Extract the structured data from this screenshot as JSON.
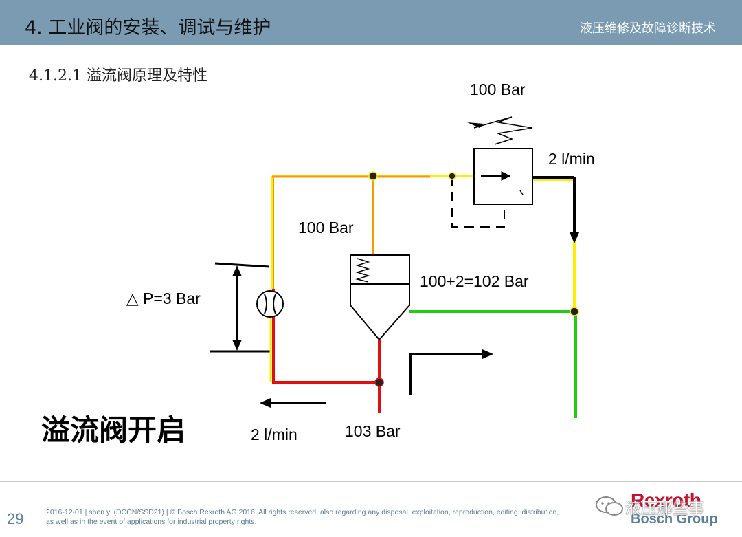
{
  "header": {
    "title": "4. 工业阀的安装、调试与维护",
    "right_text": "液压维修及故障诊断技术",
    "bg_color": "#7b9bb2"
  },
  "section_title": "4.1.2.1 溢流阀原理及特性",
  "diagram": {
    "labels": {
      "top_pressure": "100 Bar",
      "right_flow": "2 l/min",
      "mid_pressure": "100 Bar",
      "valve_pressure": "100+2=102 Bar",
      "delta_p": "△ P=3 Bar",
      "bottom_flow": "2 l/min",
      "bottom_pressure": "103 Bar"
    },
    "caption": "溢流阀开启",
    "colors": {
      "pressure_yellow": "#ffee00",
      "pressure_orange": "#f79a00",
      "high_pressure_red": "#e01010",
      "tank_green": "#22cc11",
      "line_black": "#000000"
    },
    "icons": [
      "spring-icon",
      "flow-meter-icon",
      "flow-arrow-icon",
      "junction-dot-icon"
    ]
  },
  "footer": {
    "page_number": "29",
    "line1": "2016-12-01 | shen yi (DCCN/SSD21) | © Bosch Rexroth AG 2016. All rights reserved, also regarding any disposal, exploitation, reproduction, editing, distribution,",
    "line2": "as well as in the event of applications for industrial property rights.",
    "brand_top": "Rexroth",
    "brand_bottom": "Bosch Group",
    "watermark": "液压那些事"
  }
}
